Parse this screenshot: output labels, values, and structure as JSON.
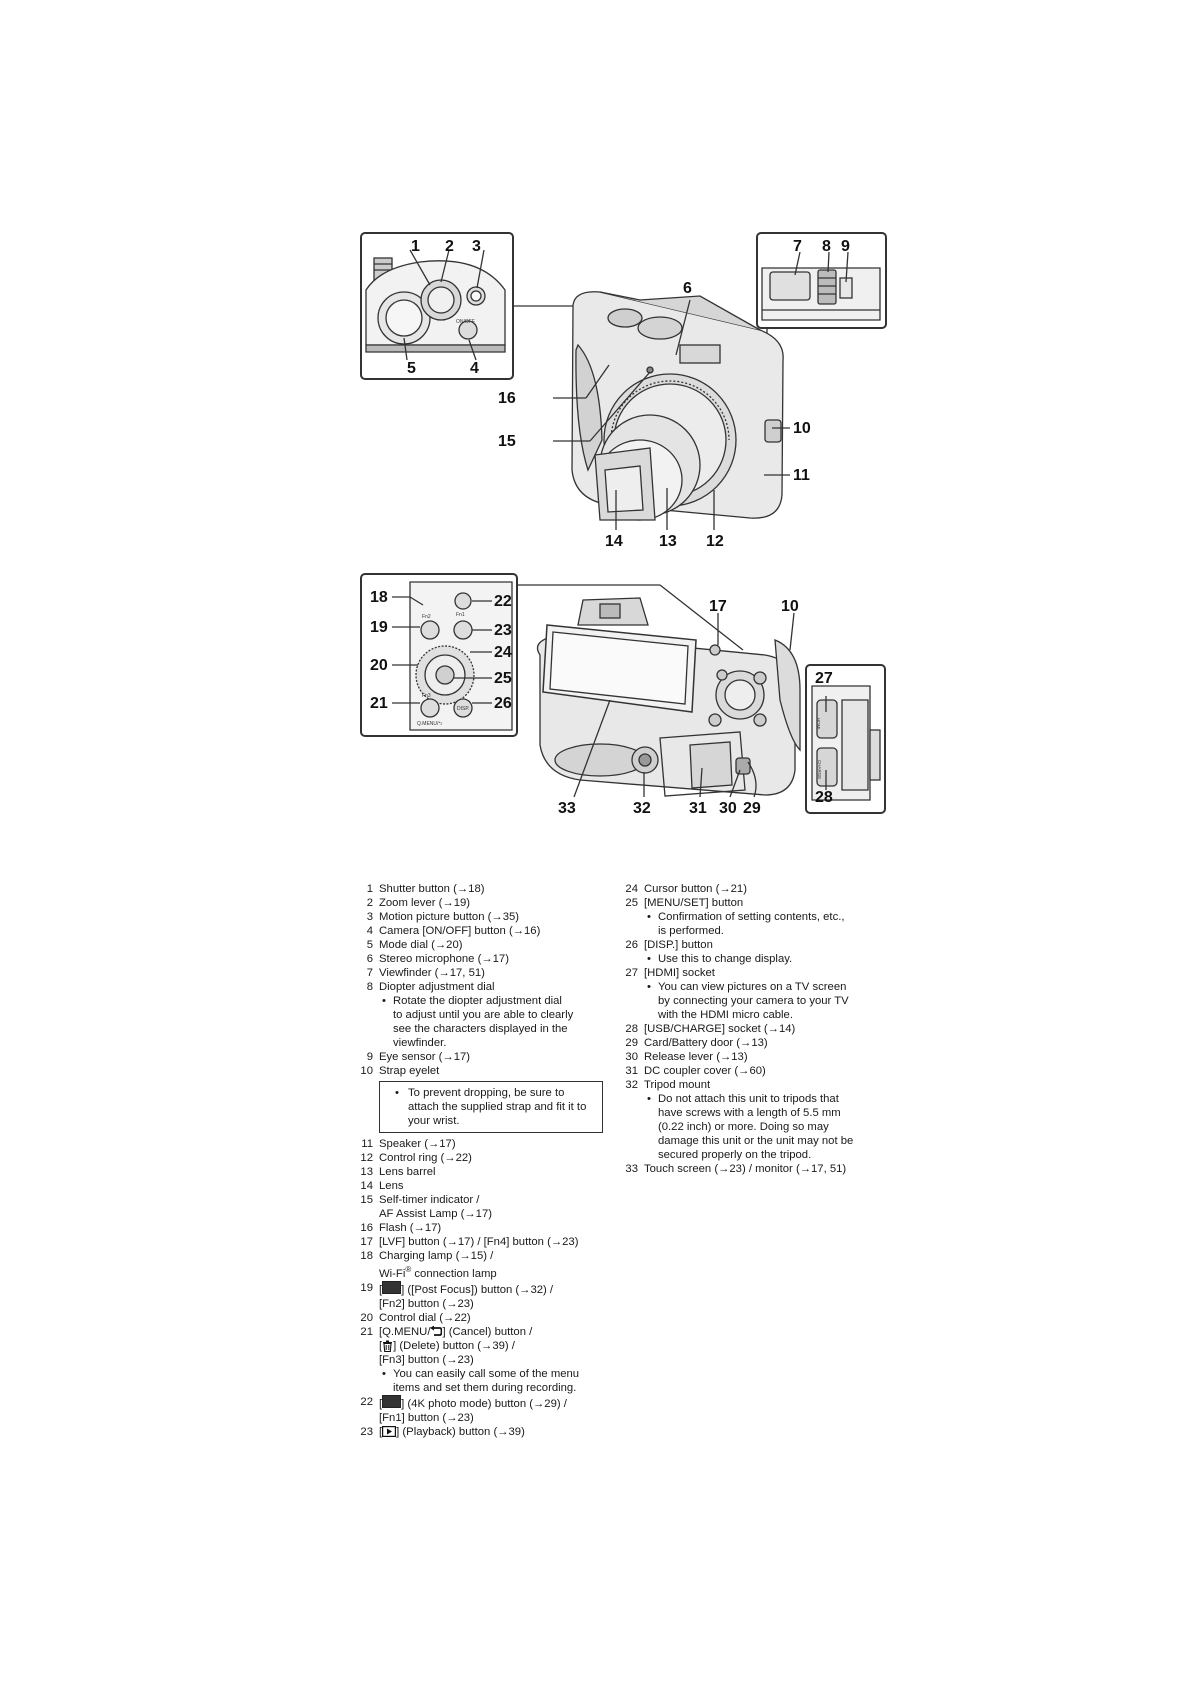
{
  "figure_top": {
    "callouts": [
      "1",
      "2",
      "3",
      "4",
      "5",
      "6",
      "7",
      "8",
      "9",
      "10",
      "11",
      "12",
      "13",
      "14",
      "15",
      "16"
    ],
    "inset_labels": {
      "mode_dial": "ON/OFF"
    }
  },
  "figure_bottom": {
    "callouts": [
      "17",
      "10",
      "18",
      "19",
      "20",
      "21",
      "22",
      "23",
      "24",
      "25",
      "26",
      "27",
      "28",
      "29",
      "30",
      "31",
      "32",
      "33"
    ],
    "inset_labels": {
      "fn2": "Fn2",
      "fn1": "Fn1",
      "fn3": "Fn3",
      "qmenu": "Q.MENU/⮌",
      "disp": "DISP.",
      "hdmi": "HDMI",
      "charge": "CHARGE"
    }
  },
  "parts_left": [
    {
      "n": "1",
      "text": "Shutter button (→18)"
    },
    {
      "n": "2",
      "text": "Zoom lever (→19)"
    },
    {
      "n": "3",
      "text": "Motion picture button (→35)"
    },
    {
      "n": "4",
      "text": "Camera [ON/OFF] button (→16)"
    },
    {
      "n": "5",
      "text": "Mode dial (→20)"
    },
    {
      "n": "6",
      "text": "Stereo microphone (→17)"
    },
    {
      "n": "7",
      "text": "Viewfinder (→17, 51)"
    },
    {
      "n": "8",
      "text": "Diopter adjustment dial"
    },
    {
      "n": "9",
      "text": "Eye sensor (→17)"
    },
    {
      "n": "10",
      "text": "Strap eyelet"
    },
    {
      "n": "11",
      "text": "Speaker (→17)"
    },
    {
      "n": "12",
      "text": "Control ring (→22)"
    },
    {
      "n": "13",
      "text": "Lens barrel"
    },
    {
      "n": "14",
      "text": "Lens"
    },
    {
      "n": "15",
      "l1": "Self-timer indicator /",
      "l2": "AF Assist Lamp (→17)"
    },
    {
      "n": "16",
      "text": "Flash (→17)"
    },
    {
      "n": "17",
      "text": "[LVF] button (→17) / [Fn4] button (→23)"
    },
    {
      "n": "18",
      "l1": "Charging lamp (→15) /",
      "l2a": "Wi-Fi",
      "l2sup": "®",
      "l2b": " connection lamp"
    },
    {
      "n": "19",
      "l1": "] ([Post Focus]) button (→32) /",
      "l2": "[Fn2] button (→23)"
    },
    {
      "n": "20",
      "text": "Control dial (→22)"
    },
    {
      "n": "21",
      "l1a": "[Q.MENU/",
      "l1b": "] (Cancel) button /",
      "l2": "] (Delete) button (→39) /",
      "l3": "[Fn3] button (→23)"
    },
    {
      "n": "22",
      "l1": "] (4K photo mode) button (→29) /",
      "l2": "[Fn1] button (→23)"
    },
    {
      "n": "23",
      "l1": "] (Playback) button (→39)"
    }
  ],
  "sub_notes": {
    "diopter": [
      "Rotate the diopter adjustment dial",
      "to adjust until you are able to clearly",
      "see the characters displayed in the",
      "viewfinder."
    ],
    "strap_box": [
      "To prevent dropping, be sure to",
      "attach the supplied strap and fit it to",
      "your wrist."
    ],
    "qmenu": [
      "You can easily call some of the menu",
      "items and set them during recording."
    ],
    "menuset": [
      "Confirmation of setting contents, etc.,",
      "is performed."
    ],
    "disp": [
      "Use this to change display."
    ],
    "hdmi": [
      "You can view pictures on a TV screen",
      "by connecting your camera to your TV",
      "with the HDMI micro cable."
    ],
    "tripod": [
      "Do not attach this unit to tripods that",
      "have screws with a length of 5.5 mm",
      "(0.22 inch) or more. Doing so may",
      "damage this unit or the unit may not be",
      "secured properly on the tripod."
    ]
  },
  "parts_right": [
    {
      "n": "24",
      "text": "Cursor button (→21)"
    },
    {
      "n": "25",
      "text": "[MENU/SET] button"
    },
    {
      "n": "26",
      "text": "[DISP.] button"
    },
    {
      "n": "27",
      "text": "[HDMI] socket"
    },
    {
      "n": "28",
      "text": "[USB/CHARGE] socket (→14)"
    },
    {
      "n": "29",
      "text": "Card/Battery door (→13)"
    },
    {
      "n": "30",
      "text": "Release lever (→13)"
    },
    {
      "n": "31",
      "text": "DC coupler cover (→60)"
    },
    {
      "n": "32",
      "text": "Tripod mount"
    },
    {
      "n": "33",
      "text": "Touch screen (→23) / monitor (→17, 51)"
    }
  ],
  "icons": [
    "post-focus-icon",
    "cancel-return-icon",
    "delete-trash-icon",
    "4k-photo-icon",
    "playback-icon"
  ],
  "bullet": "•"
}
